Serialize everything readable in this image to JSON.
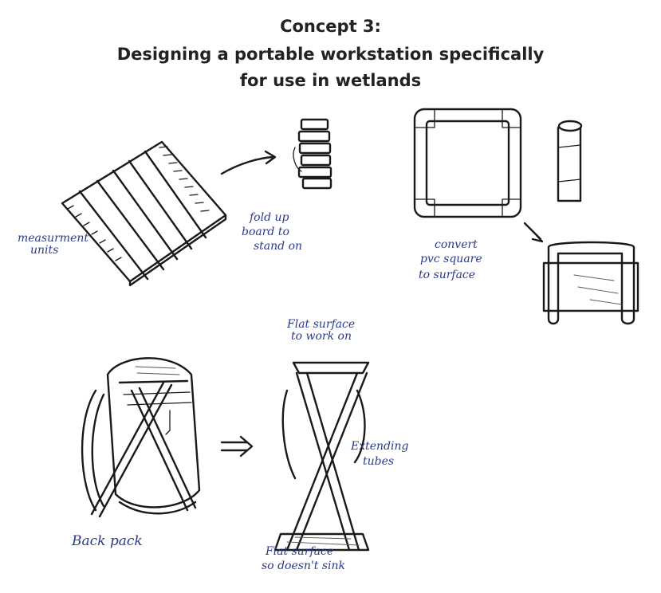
{
  "title": {
    "line1": "Concept 3:",
    "line2": "Designing a portable workstation specifically",
    "line3": "for use in wetlands"
  },
  "notes": {
    "measurement_1": "measurment",
    "measurement_2": "units",
    "fold_1": "fold up",
    "fold_2": "board to",
    "fold_3": "stand on",
    "convert_1": "convert",
    "convert_2": "pvc square",
    "convert_3": "to surface",
    "flat_top_1": "Flat surface",
    "flat_top_2": "to work on",
    "extending_1": "Extending",
    "extending_2": "tubes",
    "backpack": "Back pack",
    "flat_bottom_1": "Flat surface",
    "flat_bottom_2": "so doesn't sink"
  }
}
